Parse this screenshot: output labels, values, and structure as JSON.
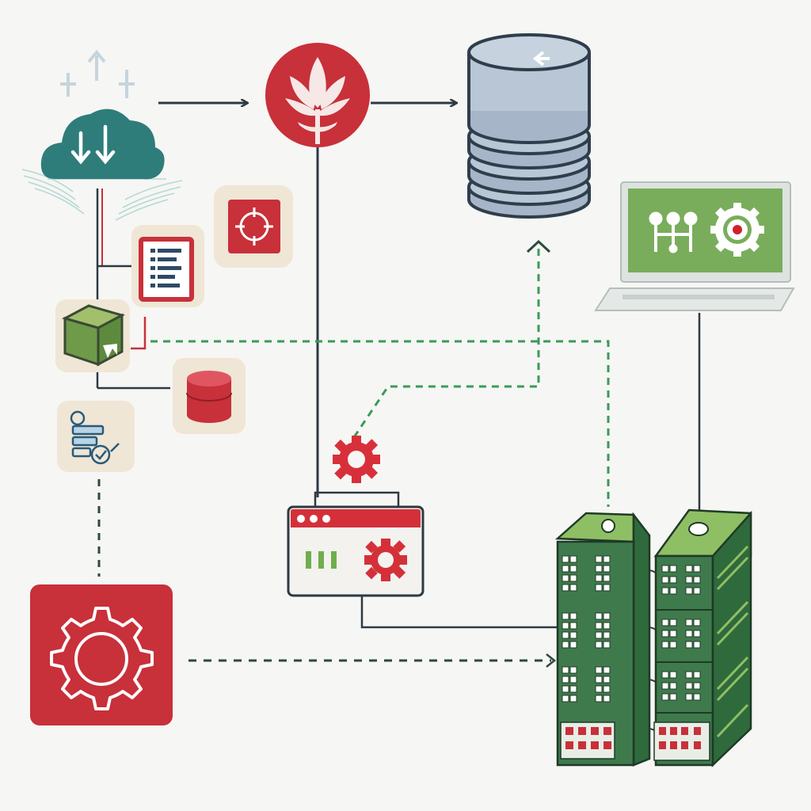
{
  "palette": {
    "background": "#f6f6f4",
    "red": "#c8303a",
    "red_dark": "#a42530",
    "green": "#2f7a45",
    "green_light": "#86b85e",
    "green_rack": "#3f7a4c",
    "teal": "#2e7d7a",
    "slate": "#2d3a44",
    "db_fill": "#b8c6d6",
    "db_stroke": "#2f3e4c",
    "dash_green": "#3b9a5a",
    "dash_dark": "#2d4a3e",
    "tile_bg": "#efe6d6"
  },
  "nodes": [
    {
      "id": "cloud-sync",
      "icon": "cloud-download-icon"
    },
    {
      "id": "processor",
      "icon": "leaf-emblem-icon"
    },
    {
      "id": "database",
      "icon": "database-icon"
    },
    {
      "id": "laptop-monitor",
      "icon": "laptop-dashboard-icon"
    },
    {
      "id": "target-tile",
      "icon": "target-crosshair-icon"
    },
    {
      "id": "document-tile",
      "icon": "document-list-icon"
    },
    {
      "id": "package-tile",
      "icon": "package-box-icon"
    },
    {
      "id": "storage-tile",
      "icon": "red-database-icon"
    },
    {
      "id": "settings-doc-tile",
      "icon": "settings-document-icon"
    },
    {
      "id": "app-window",
      "icon": "app-window-gear-icon"
    },
    {
      "id": "gear-tile",
      "icon": "gear-icon"
    },
    {
      "id": "server-racks",
      "icon": "server-rack-icon"
    }
  ],
  "connections": [
    {
      "from": "cloud-sync",
      "to": "processor",
      "style": "solid-arrow"
    },
    {
      "from": "processor",
      "to": "database",
      "style": "solid-arrow"
    },
    {
      "from": "processor",
      "to": "app-window",
      "style": "solid"
    },
    {
      "from": "app-window",
      "to": "database",
      "style": "dashed-arrow"
    },
    {
      "from": "package-tile",
      "to": "server-racks",
      "style": "dashed"
    },
    {
      "from": "settings-doc-tile",
      "to": "gear-tile",
      "style": "dashed"
    },
    {
      "from": "gear-tile",
      "to": "server-racks",
      "style": "dashed-arrow"
    },
    {
      "from": "app-window",
      "to": "server-racks",
      "style": "solid"
    },
    {
      "from": "laptop-monitor",
      "to": "server-racks",
      "style": "solid"
    }
  ]
}
